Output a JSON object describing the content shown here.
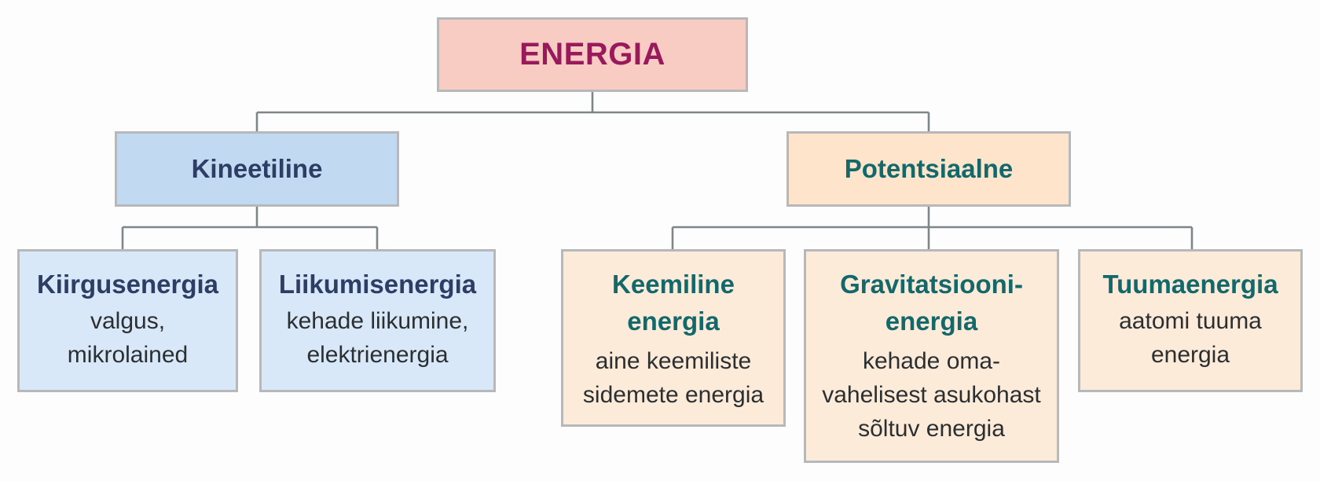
{
  "root": {
    "label": "ENERGIA"
  },
  "categories": [
    {
      "label": "Kineetiline",
      "children": [
        {
          "title": [
            "Kiirgusenergia"
          ],
          "description": [
            "valgus,",
            "mikrolained"
          ]
        },
        {
          "title": [
            "Liikumisenergia"
          ],
          "description": [
            "kehade liikumine,",
            "elektrienergia"
          ]
        }
      ]
    },
    {
      "label": "Potentsiaalne",
      "children": [
        {
          "title": [
            "Keemiline",
            "energia"
          ],
          "description": [
            "aine keemiliste",
            "sidemete energia"
          ]
        },
        {
          "title": [
            "Gravitatsiooni-",
            "energia"
          ],
          "description": [
            "kehade oma-",
            "vahelisest asukohast",
            "sõltuv energia"
          ]
        },
        {
          "title": [
            "Tuumaenergia"
          ],
          "description": [
            "aatomi tuuma",
            "energia"
          ]
        }
      ]
    }
  ],
  "colors": {
    "root_fill": "#f8ccc2",
    "root_text": "#981a5d",
    "kinetic_fill": "#c1d9f1",
    "kinetic_leaf_fill": "#d9e8f8",
    "kinetic_text": "#2d3d64",
    "potential_fill": "#fde4cb",
    "potential_leaf_fill": "#fdebda",
    "potential_text": "#12686a",
    "connector": "#7f8688",
    "border": "#b6b8b9"
  }
}
